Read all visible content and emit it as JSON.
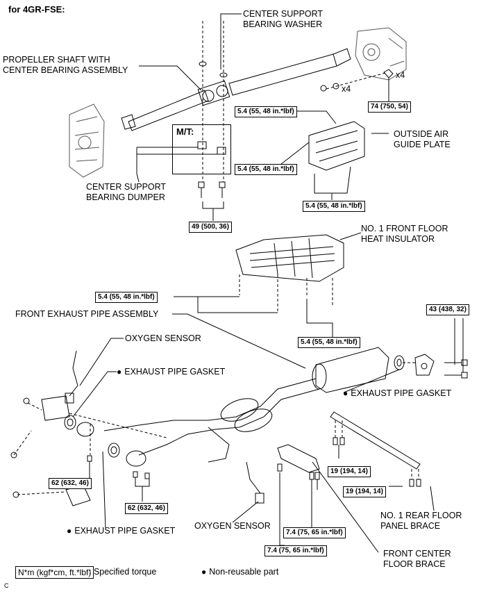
{
  "header": "for 4GR-FSE:",
  "mt_label": "M/T:",
  "labels": {
    "center_support_bearing_washer": [
      "CENTER SUPPORT",
      "BEARING WASHER"
    ],
    "propeller_shaft": [
      "PROPELLER SHAFT WITH",
      "CENTER BEARING ASSEMBLY"
    ],
    "outside_air_guide_plate": [
      "OUTSIDE AIR",
      "GUIDE PLATE"
    ],
    "center_support_bearing_dumper": [
      "CENTER SUPPORT",
      "BEARING DUMPER"
    ],
    "no1_front_floor_heat_insulator": [
      "NO. 1 FRONT FLOOR",
      "HEAT INSULATOR"
    ],
    "front_exhaust_pipe_assembly": "FRONT EXHAUST PIPE ASSEMBLY",
    "oxygen_sensor_top": "OXYGEN SENSOR",
    "exhaust_pipe_gasket_1": "EXHAUST PIPE GASKET",
    "exhaust_pipe_gasket_right": "EXHAUST PIPE GASKET",
    "exhaust_pipe_gasket_bottom": "EXHAUST PIPE GASKET",
    "oxygen_sensor_bottom": "OXYGEN SENSOR",
    "no1_rear_floor_panel_brace": [
      "NO. 1 REAR FLOOR",
      "PANEL BRACE"
    ],
    "front_center_floor_brace": [
      "FRONT CENTER",
      "FLOOR BRACE"
    ],
    "x4_a": "x4",
    "x4_b": "x4"
  },
  "torques": {
    "t74": "74 (750, 54)",
    "t54a": "5.4 (55, 48 in.*lbf)",
    "t54b": "5.4 (55, 48 in.*lbf)",
    "t54c": "5.4 (55, 48 in.*lbf)",
    "t49": "49 (500, 36)",
    "t54d": "5.4 (55, 48 in.*lbf)",
    "t54e": "5.4 (55, 48 in.*lbf)",
    "t43": "43 (438, 32)",
    "t19a": "19 (194, 14)",
    "t19b": "19 (194, 14)",
    "t62a": "62 (632, 46)",
    "t62b": "62 (632, 46)",
    "t74b": "7.4 (75, 65 in.*lbf)",
    "t74c": "7.4 (75, 65 in.*lbf)"
  },
  "legend": {
    "unit_box": "N*m (kgf*cm, ft.*lbf)",
    "unit_text": ": Specified torque",
    "non_reusable": "Non-reusable part"
  },
  "corner_mark": "C"
}
